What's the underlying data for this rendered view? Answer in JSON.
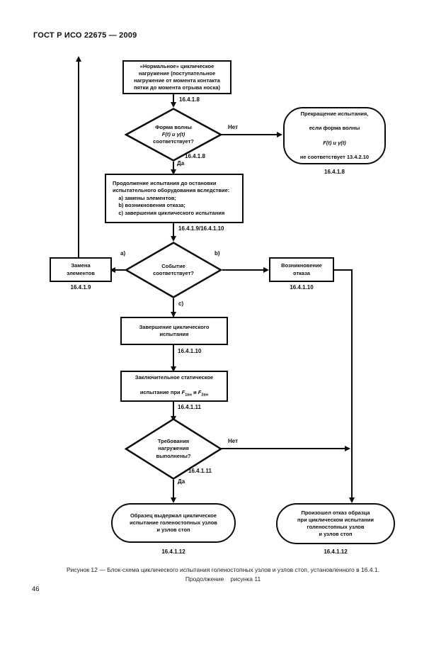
{
  "page": {
    "standard_header": "ГОСТ Р ИСО 22675 — 2009",
    "page_number": "46",
    "caption_line1": "Рисунок 12 — Блок-схема циклического испытания голеностопных узлов и узлов стоп, установленного в 16.4.1.",
    "caption_line2": "Продолжение    рисунка 11"
  },
  "flowchart": {
    "start_box": {
      "text": "«Нормальное» циклическое\nнагружение (поступательное\nнагружение от момента контакта\nпятки до момента отрыва носка)",
      "ref": "16.4.1.8"
    },
    "decision_waveform": {
      "line1": "Форма волны",
      "line2": "F(t) и γ(t)",
      "line3": "соответствует?",
      "ref": "16.4.1.8",
      "label_no": "Нет",
      "label_yes": "Да"
    },
    "terminator_stop": {
      "line1": "Прекращение испытания,",
      "line2": "если форма волны",
      "line3": "F(t) и γ(t)",
      "line4": "не соответствует 13.4.2.10",
      "ref": "16.4.1.8"
    },
    "continue_box": {
      "text": "Продолжение испытания до остановки\nиспытательного оборудования вследствие:\n    a) замены элементов;\n    b) возникновения отказа;\n    c) завершения циклического испытания",
      "ref": "16.4.1.9/16.4.1.10"
    },
    "decision_event": {
      "line1": "Событие",
      "line2": "соответствует?",
      "label_a": "a)",
      "label_b": "b)",
      "label_c": "c)"
    },
    "replace_box": {
      "text": "Замена\nэлементов",
      "ref": "16.4.1.9"
    },
    "failure_box": {
      "text": "Возникновение\nотказа",
      "ref": "16.4.1.10"
    },
    "completion_box": {
      "text": "Завершение циклического\nиспытания",
      "ref": "16.4.1.10"
    },
    "static_box": {
      "line1": "Заключительное статическое",
      "line2_pre": "испытание при ",
      "f1": "F",
      "f1_sub": "1вн",
      "mid": " и ",
      "f2": "F",
      "f2_sub": "2вн",
      "ref": "16.4.1.11"
    },
    "decision_load": {
      "line1": "Требования",
      "line2": "нагружения",
      "line3": "выполнены?",
      "ref": "16.4.1.11",
      "label_no": "Нет",
      "label_yes": "Да"
    },
    "pass_terminator": {
      "text": "Образец выдержал циклическое\nиспытание голеностопных узлов\nи узлов стоп",
      "ref": "16.4.1.12"
    },
    "fail_terminator": {
      "text": "Произошел отказ образца\nпри циклическом испытании\nголеностопных узлов\nи узлов стоп",
      "ref": "16.4.1.12"
    }
  },
  "colors": {
    "ink": "#0d0d0d",
    "background": "#ffffff"
  }
}
